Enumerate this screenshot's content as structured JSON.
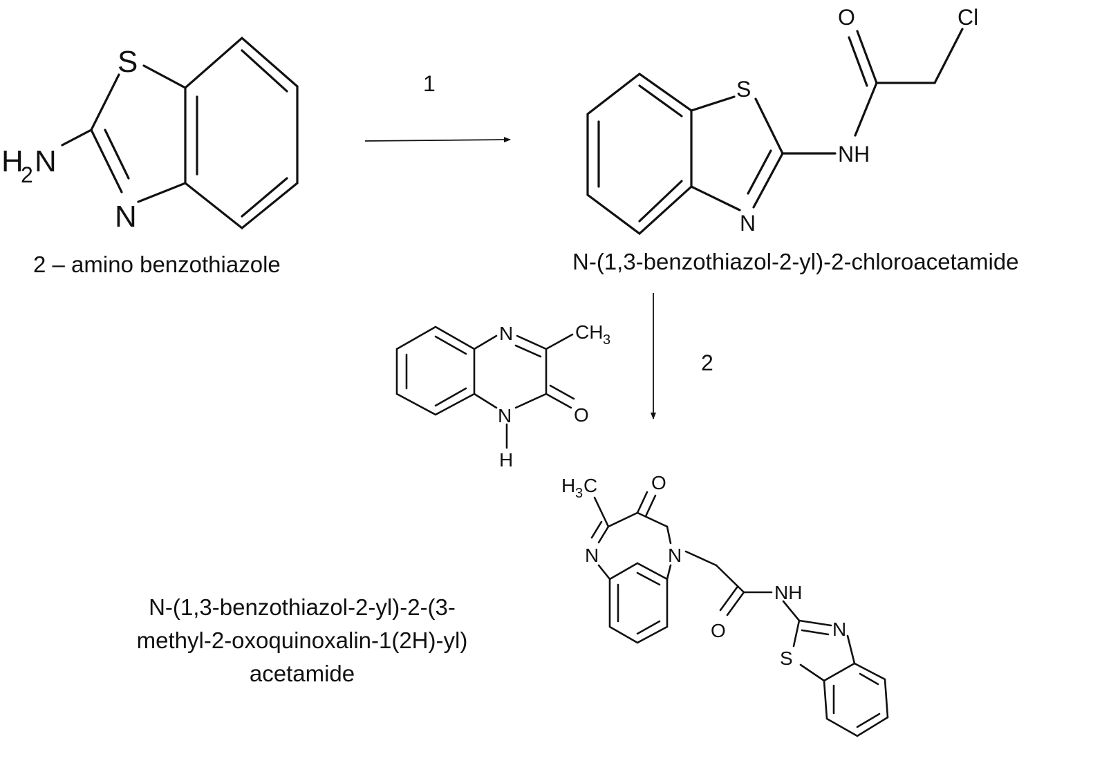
{
  "compounds": {
    "aminobenzothiazole": {
      "name": "2 – amino benzothiazole",
      "atoms": {
        "s": "S",
        "n": "N",
        "amine_h": "H",
        "amine_sub": "2",
        "amine_n": "N"
      }
    },
    "chloroacetamide": {
      "name": "N-(1,3-benzothiazol-2-yl)-2-chloroacetamide",
      "atoms": {
        "s": "S",
        "n": "N",
        "nh": "NH",
        "o": "O",
        "cl": "Cl"
      }
    },
    "methylquinoxalinone": {
      "atoms": {
        "n_top": "N",
        "ch": "CH",
        "ch_sub": "3",
        "n_bottom": "N",
        "h": "H",
        "o": "O"
      }
    },
    "product": {
      "name_lines": [
        "N-(1,3-benzothiazol-2-yl)-2-(3-",
        "methyl-2-oxoquinoxalin-1(2H)-yl)",
        "acetamide"
      ],
      "atoms": {
        "h": "H",
        "h_sub": "3",
        "c": "C",
        "o_ring": "O",
        "n_left": "N",
        "n_ring": "N",
        "nh": "NH",
        "o_amide": "O",
        "btz_n": "N",
        "btz_s": "S"
      }
    }
  },
  "steps": {
    "step1": "1",
    "step2": "2"
  },
  "colors": {
    "ink": "#111111",
    "background": "#ffffff"
  }
}
